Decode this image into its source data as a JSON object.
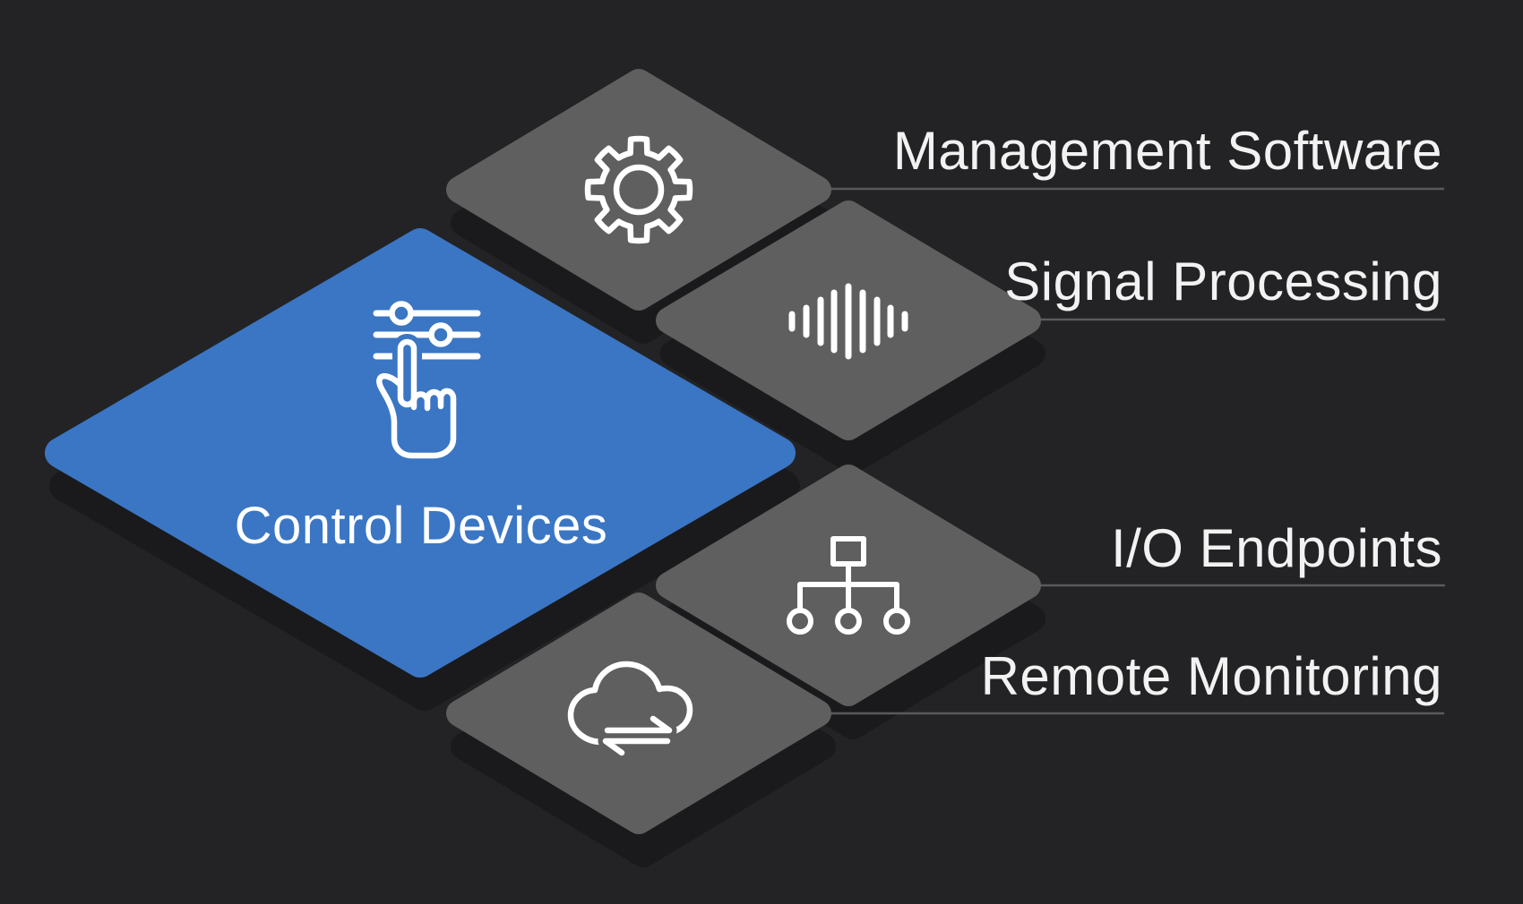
{
  "diagram": {
    "background_color": "#232325",
    "tile_color": "#5f5f5f",
    "accent_color": "#3a76c4",
    "text_color": "#f2f2f2",
    "connector_color": "#5a5a5a",
    "shadow_color": "#1a1a1c",
    "center_node": {
      "label": "Control Devices",
      "icon": "tap-sliders-icon",
      "color": "#3a76c4"
    },
    "callouts": [
      {
        "label": "Management Software",
        "icon": "gear-icon"
      },
      {
        "label": "Signal Processing",
        "icon": "waveform-icon"
      },
      {
        "label": "I/O Endpoints",
        "icon": "network-tree-icon"
      },
      {
        "label": "Remote Monitoring",
        "icon": "cloud-sync-icon"
      }
    ]
  }
}
